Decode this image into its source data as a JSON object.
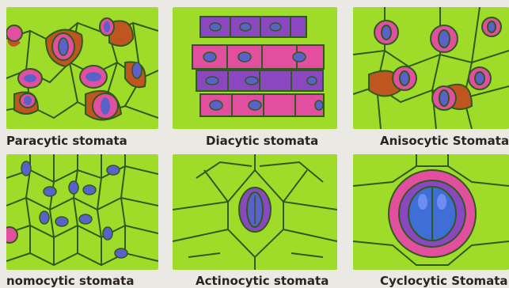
{
  "poster": {
    "panels": [
      {
        "id": "paracytic",
        "label": "Paracytic stomata"
      },
      {
        "id": "diacytic",
        "label": "Diacytic stomata"
      },
      {
        "id": "anisocytic",
        "label": "Anisocytic Stomata"
      },
      {
        "id": "anomocytic",
        "label": "nomocytic stomata"
      },
      {
        "id": "actinocytic",
        "label": "Actinocytic stomata"
      },
      {
        "id": "cyclocytic",
        "label": "Cyclocytic Stomata"
      }
    ],
    "colors": {
      "leaf_green": "#9fdc2a",
      "cell_line": "#2f5a1c",
      "guard_blue": "#5a62c9",
      "subsidiary_pink": "#e34f9f",
      "subsidiary_purple": "#8a47c0",
      "brown_cell": "#c0561f"
    }
  }
}
